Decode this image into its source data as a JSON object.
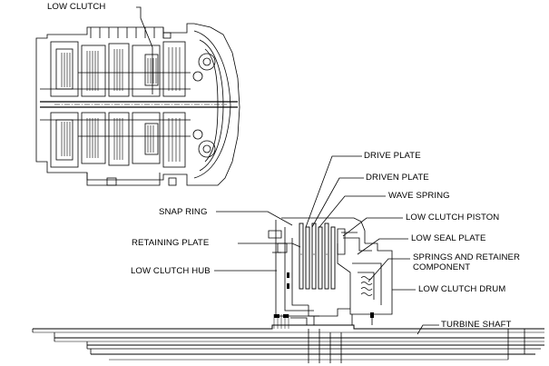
{
  "labels": {
    "low_clutch": "LOW CLUTCH",
    "drive_plate": "DRIVE PLATE",
    "driven_plate": "DRIVEN PLATE",
    "wave_spring": "WAVE SPRING",
    "snap_ring": "SNAP RING",
    "low_clutch_piston": "LOW CLUTCH PISTON",
    "low_seal_plate": "LOW SEAL PLATE",
    "retaining_plate": "RETAINING PLATE",
    "springs_and_retainer_line1": "SPRINGS AND RETAINER",
    "springs_and_retainer_line2": "COMPONENT",
    "low_clutch_hub": "LOW CLUTCH HUB",
    "low_clutch_drum": "LOW CLUTCH DRUM",
    "turbine_shaft": "TURBINE SHAFT"
  },
  "colors": {
    "line": "#000000",
    "background": "#ffffff"
  }
}
